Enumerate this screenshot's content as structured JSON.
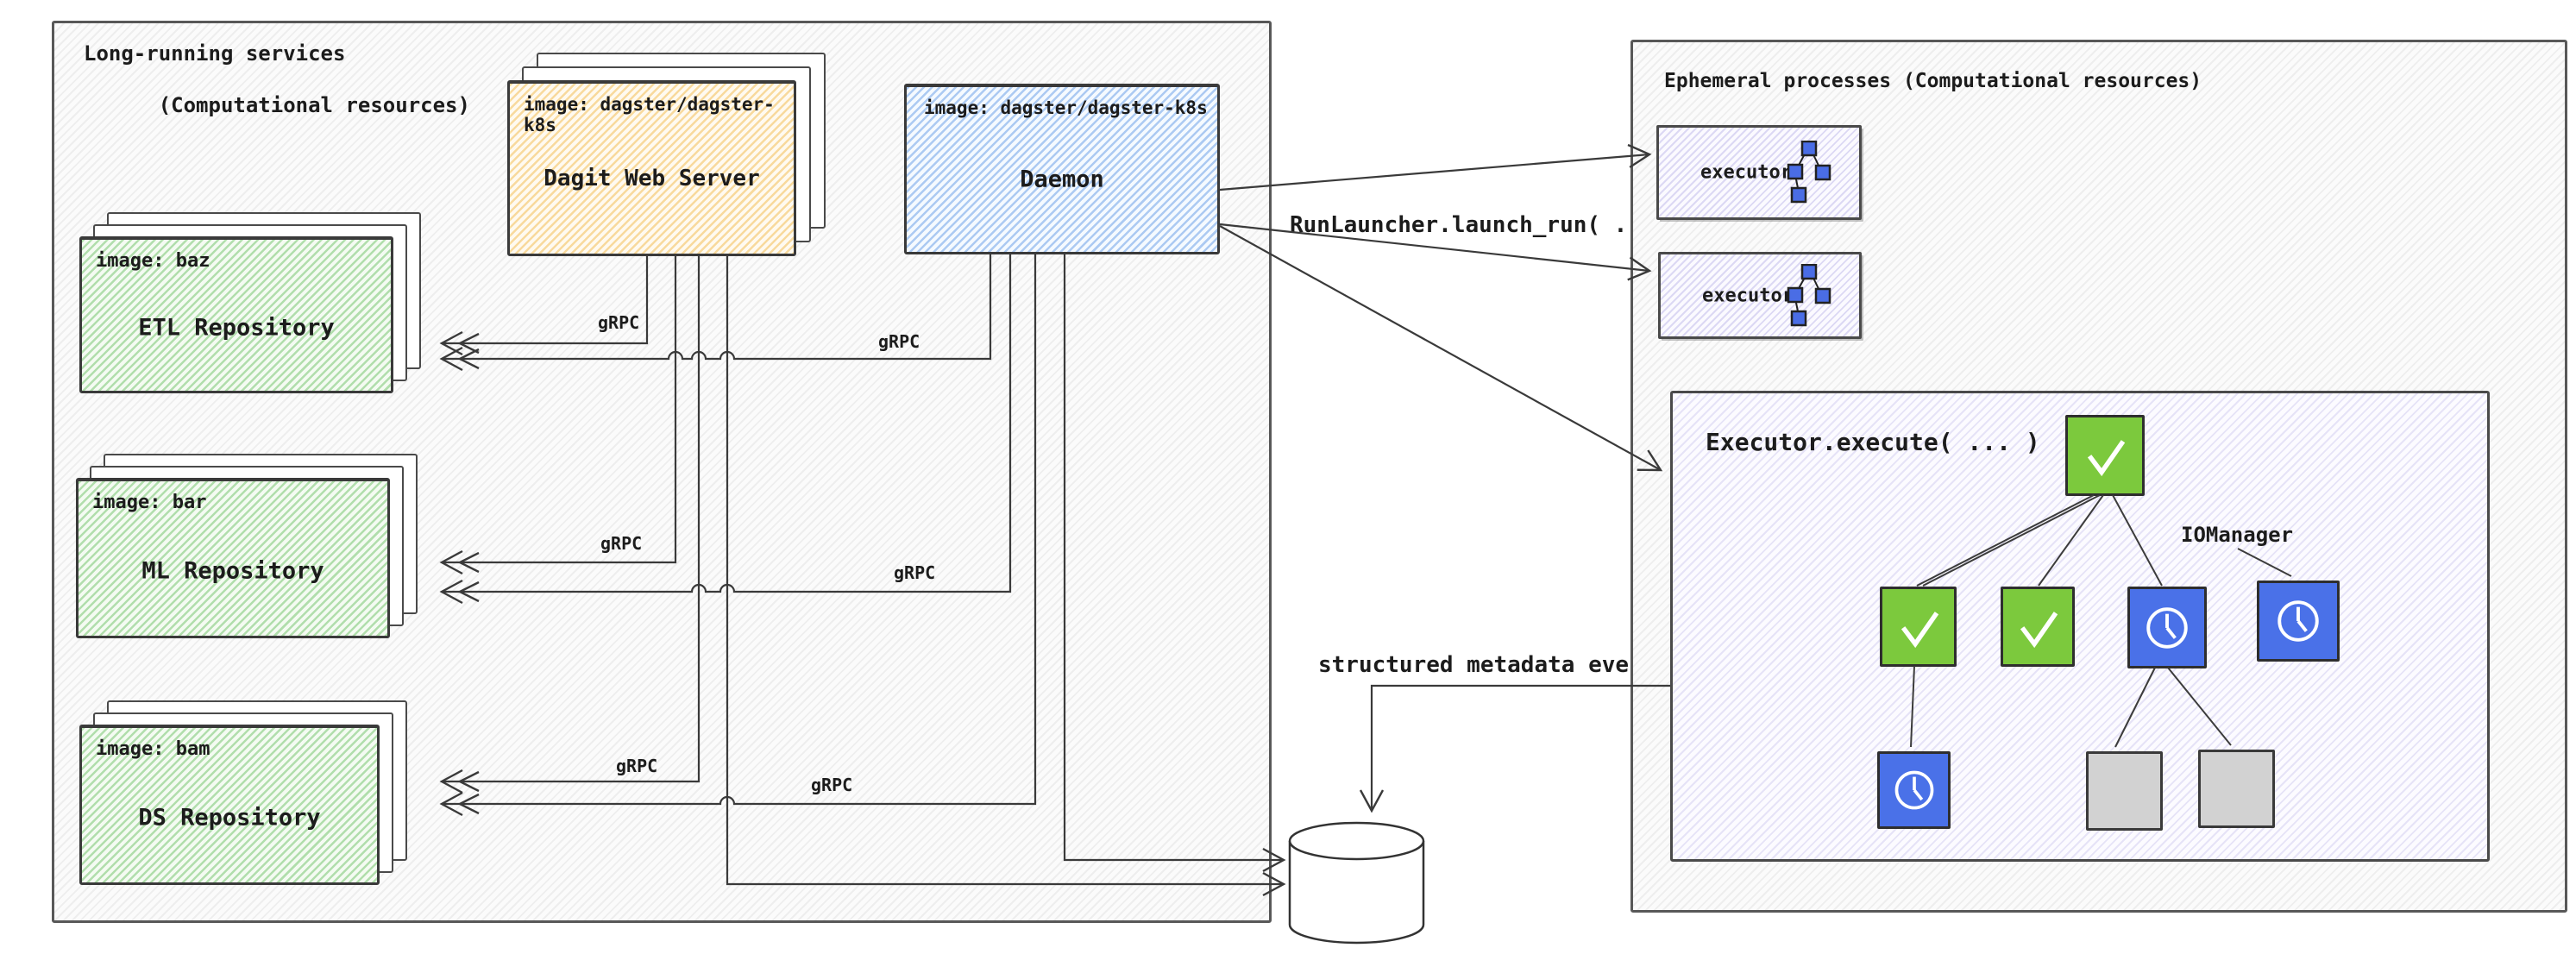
{
  "left_panel": {
    "title_line1": "Long-running services",
    "title_line2": "(Computational resources)",
    "web_server": {
      "image_label": "image: dagster/dagster-k8s",
      "name": "Dagit Web Server"
    },
    "daemon": {
      "image_label": "image: dagster/dagster-k8s",
      "name": "Daemon"
    },
    "repositories": [
      {
        "image_label": "image: baz",
        "name": "ETL Repository"
      },
      {
        "image_label": "image: bar",
        "name": "ML Repository"
      },
      {
        "image_label": "image: bam",
        "name": "DS Repository"
      }
    ]
  },
  "right_panel": {
    "title": "Ephemeral processes (Computational resources)",
    "executors": [
      {
        "label": "executor"
      },
      {
        "label": "executor"
      }
    ],
    "execute_box": {
      "title": "Executor.execute( ... )",
      "iomanager_label": "IOManager",
      "nodes": [
        {
          "row": 1,
          "type": "success"
        },
        {
          "row": 2,
          "type": "success"
        },
        {
          "row": 2,
          "type": "success"
        },
        {
          "row": 2,
          "type": "waiting"
        },
        {
          "row": 2,
          "type": "waiting"
        },
        {
          "row": 3,
          "type": "waiting"
        },
        {
          "row": 3,
          "type": "pending"
        },
        {
          "row": 3,
          "type": "pending"
        }
      ]
    }
  },
  "labels": {
    "grpc": "gRPC",
    "run_launcher": "RunLauncher.launch_run( ... )",
    "metadata_events": "structured metadata events",
    "database": "Database"
  },
  "icons": {
    "success": "check-icon",
    "waiting": "clock-icon",
    "pending": "square-icon",
    "executor": "dag-icon"
  },
  "colors": {
    "green_node": "#7cc93d",
    "blue_node": "#4a71e8",
    "gray_node": "#d2d2d2",
    "green_hatch": "#60ba58",
    "yellow_hatch": "#f2b94b",
    "blue_hatch": "#649be6",
    "purple_hatch": "#8c82d7",
    "wire": "#3a3a3a"
  }
}
